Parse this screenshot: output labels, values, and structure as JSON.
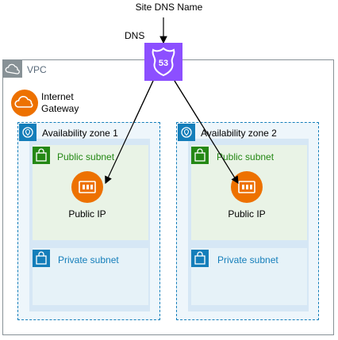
{
  "title": "Site DNS Name",
  "dns": {
    "label": "DNS",
    "badge": "53",
    "color": "#8C4FFF"
  },
  "vpc": {
    "label": "VPC",
    "border_color": "#879196"
  },
  "internet_gateway": {
    "line1": "Internet",
    "line2": "Gateway",
    "color": "#ED7100"
  },
  "zones": [
    {
      "label": "Availability zone 1",
      "public_subnet": "Public subnet",
      "public_ip": "Public IP",
      "private_subnet": "Private subnet"
    },
    {
      "label": "Availability zone 2",
      "public_subnet": "Public subnet",
      "public_ip": "Public IP",
      "private_subnet": "Private subnet"
    }
  ],
  "colors": {
    "az_border": "#147EBA",
    "public_green": "#248814",
    "private_blue": "#147EBA",
    "ip_orange": "#ED7100"
  }
}
